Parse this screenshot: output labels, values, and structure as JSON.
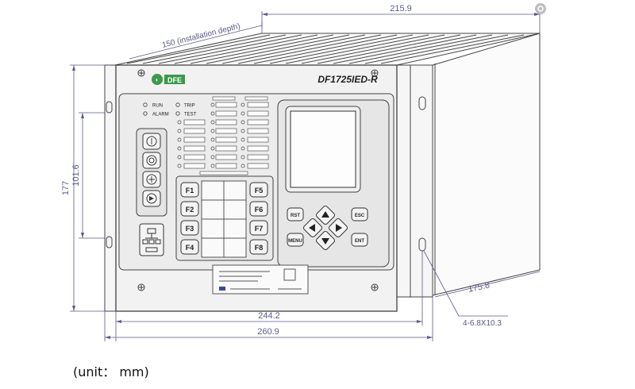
{
  "model": "DF1725IED-R",
  "logo_text": "DFE",
  "leds": {
    "run": "RUN",
    "trip": "TRIP",
    "alarm": "ALARM",
    "test": "TEST"
  },
  "function_keys_left": [
    "F1",
    "F2",
    "F3",
    "F4"
  ],
  "function_keys_right": [
    "F5",
    "F6",
    "F7",
    "F8"
  ],
  "keypad": {
    "rst": "RST",
    "esc": "ESC",
    "menu": "MENU",
    "ent": "ENT"
  },
  "dimensions": {
    "depth_total": "215.9",
    "installation_depth": "150 (installation depth)",
    "height_total": "177",
    "height_mount": "101.6",
    "front_width": "244.2",
    "overall_width": "260.9",
    "side_depth": "175.8",
    "mount_holes": "4-6.8X10.3"
  },
  "unit_note": "(unit： mm)",
  "colors": {
    "line": "#333333",
    "dimension": "#5a5a8a",
    "logo": "#3a9a4a"
  }
}
